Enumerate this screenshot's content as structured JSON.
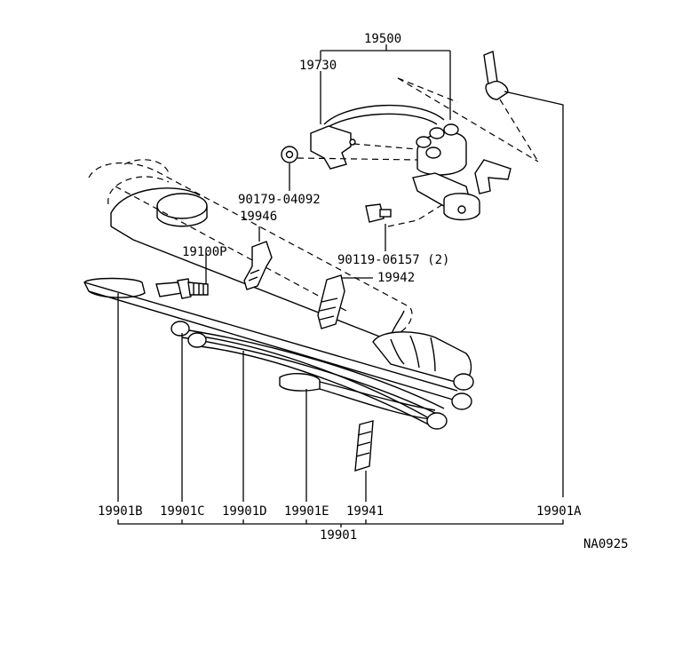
{
  "labels": {
    "p19500": "19500",
    "p19730": "19730",
    "p90179": "90179-04092",
    "p19946": "19946",
    "p19100P": "19100P",
    "p90119": "90119-06157 (2)",
    "p19942": "19942",
    "p19901B": "19901B",
    "p19901C": "19901C",
    "p19901D": "19901D",
    "p19901E": "19901E",
    "p19941": "19941",
    "p19901A": "19901A",
    "p19901": "19901",
    "code": "NA0925"
  }
}
